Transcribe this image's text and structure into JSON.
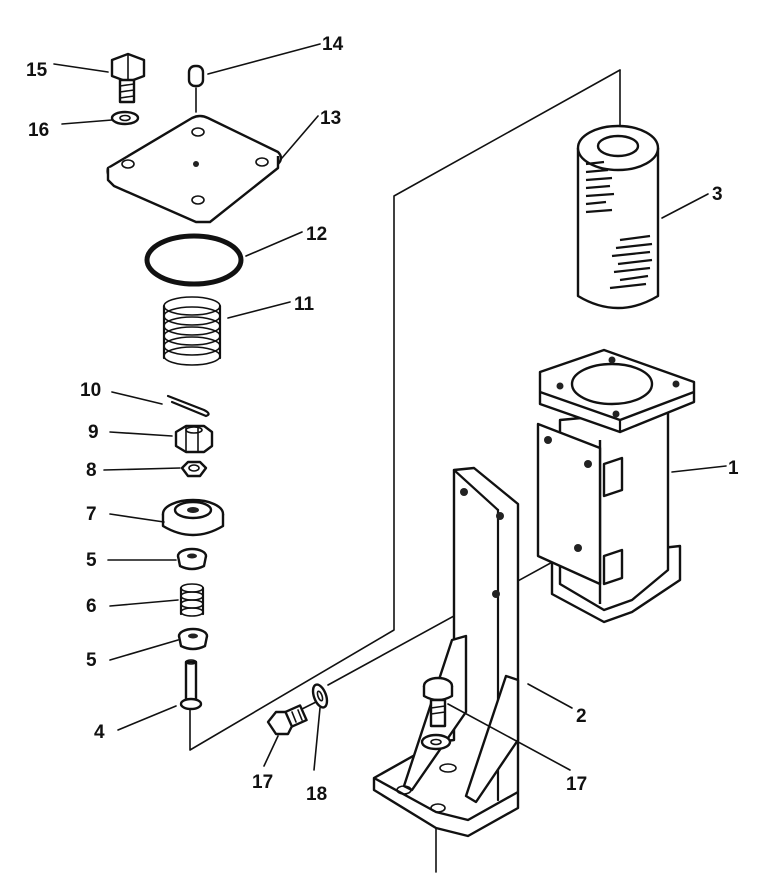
{
  "diagram": {
    "type": "exploded-parts-view",
    "callouts": [
      {
        "id": "c15",
        "number": "15"
      },
      {
        "id": "c14",
        "number": "14"
      },
      {
        "id": "c16",
        "number": "16"
      },
      {
        "id": "c13",
        "number": "13"
      },
      {
        "id": "c3",
        "number": "3"
      },
      {
        "id": "c12",
        "number": "12"
      },
      {
        "id": "c11",
        "number": "11"
      },
      {
        "id": "c10",
        "number": "10"
      },
      {
        "id": "c9",
        "number": "9"
      },
      {
        "id": "c8",
        "number": "8"
      },
      {
        "id": "c1",
        "number": "1"
      },
      {
        "id": "c7",
        "number": "7"
      },
      {
        "id": "c5a",
        "number": "5"
      },
      {
        "id": "c6",
        "number": "6"
      },
      {
        "id": "c5b",
        "number": "5"
      },
      {
        "id": "c2",
        "number": "2"
      },
      {
        "id": "c4",
        "number": "4"
      },
      {
        "id": "c17a",
        "number": "17"
      },
      {
        "id": "c18",
        "number": "18"
      },
      {
        "id": "c17b",
        "number": "17"
      }
    ]
  }
}
